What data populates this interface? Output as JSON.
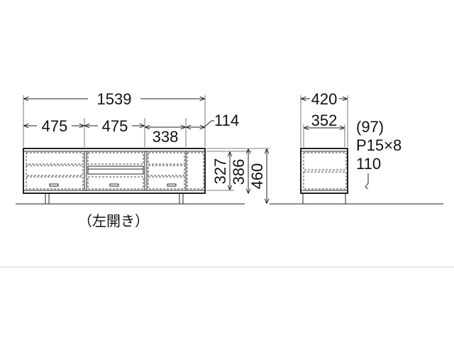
{
  "front_view": {
    "dim_total_width": "1539",
    "dim_left_section": "475",
    "dim_center_section": "475",
    "dim_right_section": "338",
    "dim_side_gap": "114",
    "dim_height_327": "327",
    "dim_height_386": "386",
    "dim_height_460": "460",
    "caption": "（左開き）"
  },
  "side_view": {
    "dim_depth_total": "420",
    "dim_depth_inner": "352",
    "note_97": "(97)",
    "note_p15x8": "P15×8",
    "note_110": "110"
  },
  "colors": {
    "line": "#222222",
    "divider": "#cccccc",
    "background": "#ffffff"
  }
}
